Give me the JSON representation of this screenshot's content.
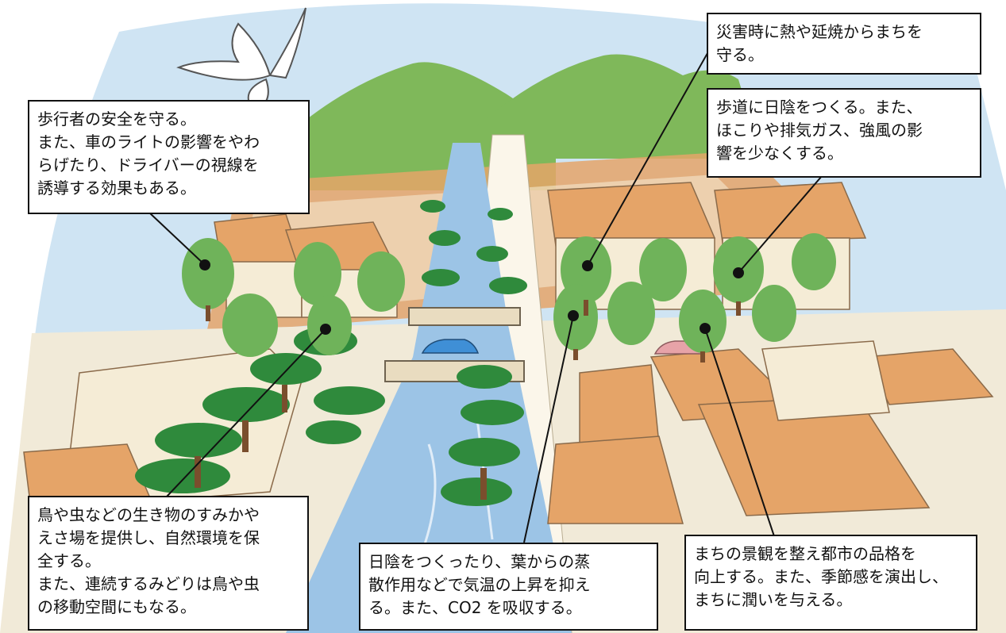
{
  "callouts": {
    "fire_protection": "災害時に熱や延焼からまちを\n守る。",
    "pedestrian_safety": "歩行者の安全を守る。\nまた、車のライトの影響をやわ\nらげたり、ドライバーの視線を\n誘導する効果もある。",
    "sidewalk_shade": "歩道に日陰をつくる。また、\nほこりや排気ガス、強風の影\n響を少なくする。",
    "habitat": "鳥や虫などの生き物のすみかや\nえさ場を提供し、自然環境を保\n全する。\nまた、連続するみどりは鳥や虫\nの移動空間にもなる。",
    "temperature": "日陰をつくったり、葉からの蒸\n散作用などで気温の上昇を抑え\nる。また、CO2 を吸収する。",
    "landscape": "まちの景観を整え都市の品格を\n向上する。また、季節感を演出し、\nまちに潤いを与える。"
  },
  "colors": {
    "sky": "#cfe4f3",
    "mountain": "#7fb85a",
    "river": "#9cc4e6",
    "road": "#f1ead8",
    "roof": "#e5a468",
    "wall": "#f5ecd6",
    "tree": "#6fb35a",
    "pine": "#2f8a3c",
    "car_blue": "#3f8fd6",
    "car_pink": "#e7a3a8"
  }
}
